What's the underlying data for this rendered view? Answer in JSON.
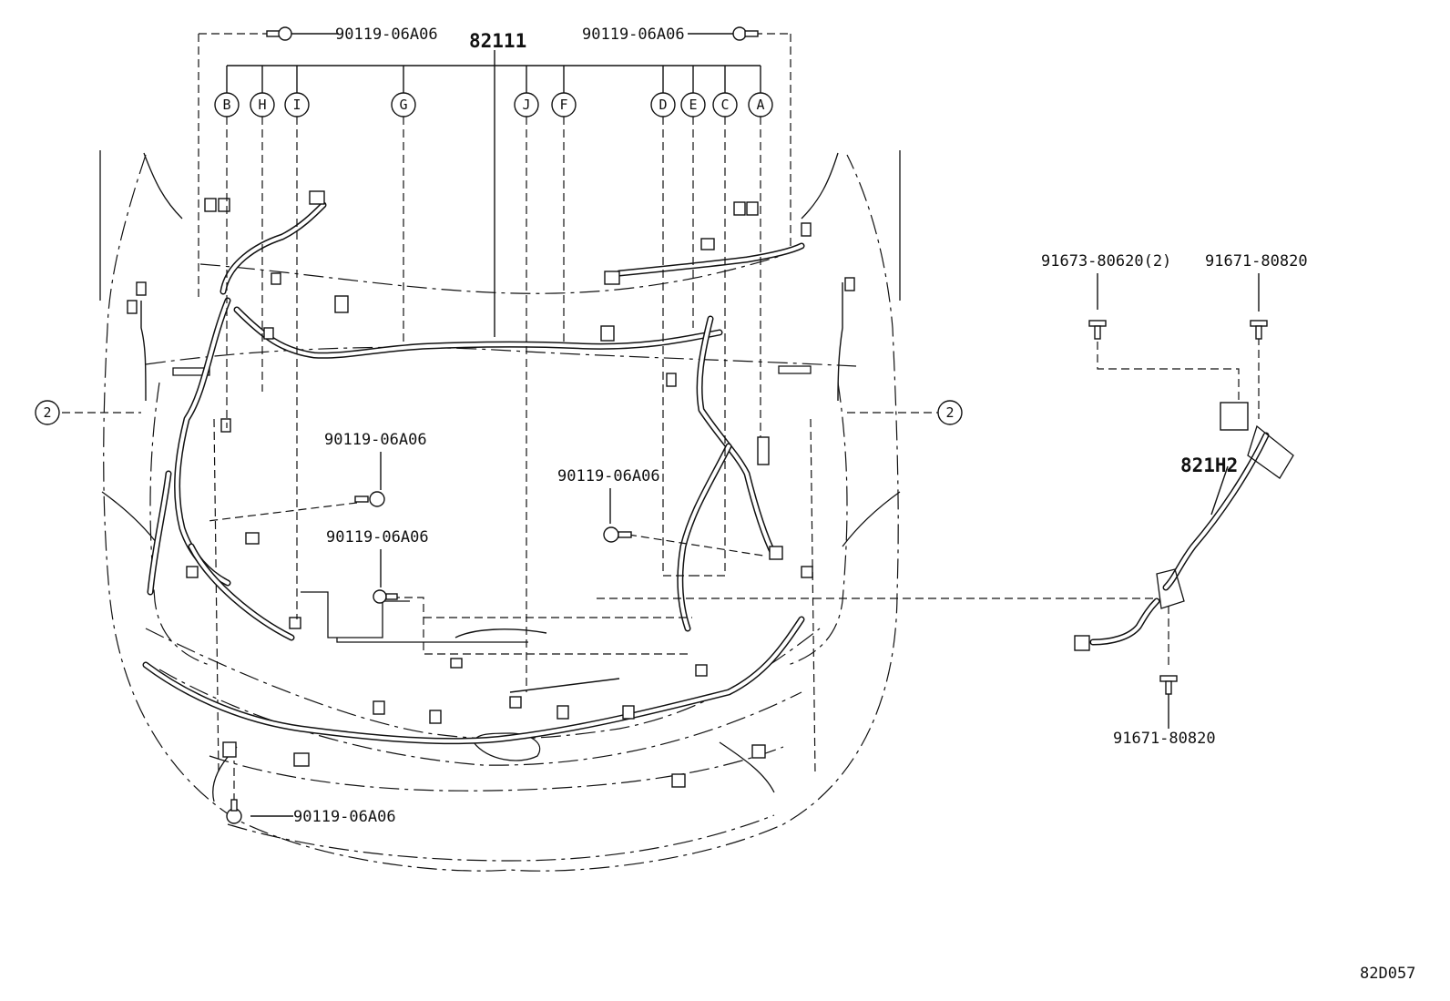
{
  "callouts": {
    "bolt_top_left": "90119-06A06",
    "bolt_top_right": "90119-06A06",
    "harness_main": "82111",
    "bolt_center_left": "90119-06A06",
    "bolt_center_right": "90119-06A06",
    "bolt_center_lower": "90119-06A06",
    "bolt_bottom": "90119-06A06",
    "bracket_bolt_2": "91673-80620(2)",
    "bracket_bolt_top": "91671-80820",
    "bracket_bolt_bottom": "91671-80820",
    "sub_harness": "821H2"
  },
  "connector_letters": [
    "B",
    "H",
    "I",
    "G",
    "J",
    "F",
    "D",
    "E",
    "C",
    "A"
  ],
  "circle_refs": {
    "left": "2",
    "right": "2"
  },
  "diagram_code": "82D057"
}
